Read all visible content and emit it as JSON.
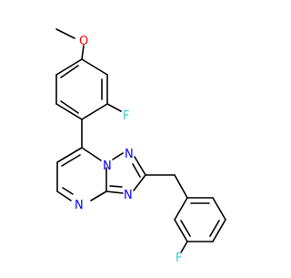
{
  "molecule": {
    "atoms": {
      "methyl_carbon": "",
      "ether_oxygen": "O",
      "aryl_fluorine": "F",
      "n_ring_1": "N",
      "n_ring_2": "N",
      "n_ring_3": "N",
      "n_ring_4": "N",
      "para_fluorine": "F"
    },
    "colors": {
      "bond": "#000000",
      "oxygen": "#ff0000",
      "fluorine": "#33cccc",
      "nitrogen": "#0000ff"
    }
  }
}
